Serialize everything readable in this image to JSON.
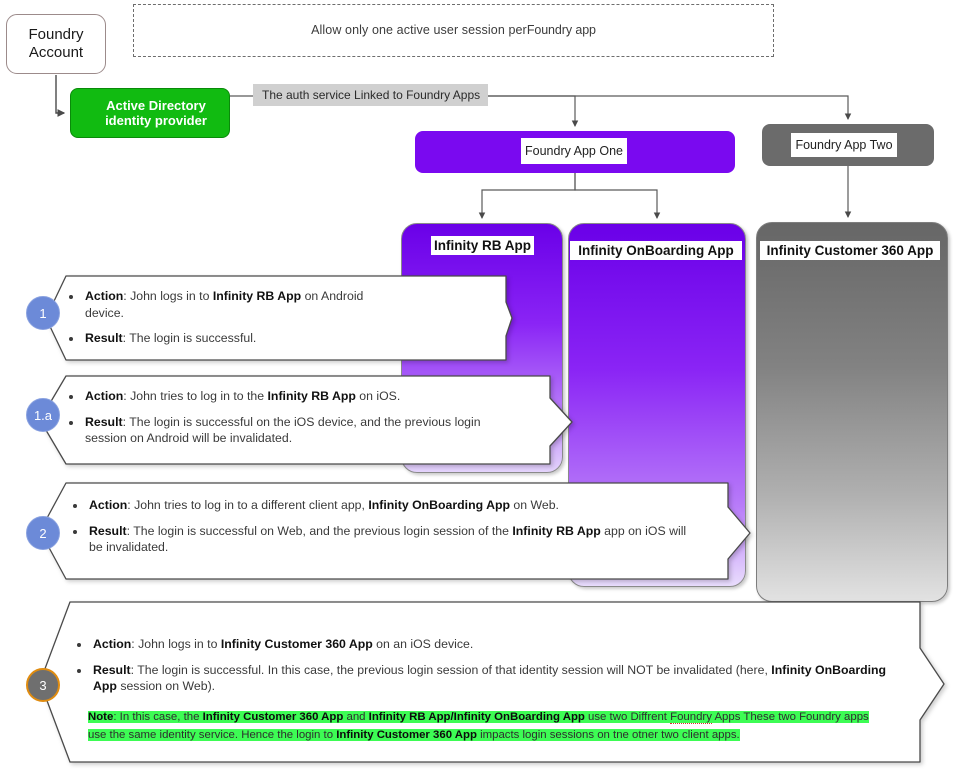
{
  "diagram": {
    "title_nodes": {
      "foundry_account": "Foundry\nAccount",
      "foundry_account_line1": "Foundry",
      "foundry_account_line2": "Account",
      "policy_note_a": "Allow only one active user session per",
      "policy_note_b": "Foundry app",
      "active_directory_line1": "Active Directory",
      "active_directory_line2": "identity provider",
      "auth_service_label": "The auth service Linked to Foundry Apps",
      "foundry_app_one": "Foundry App One",
      "foundry_app_two": "Foundry App Two",
      "client_app_rb": "Infinity RB App",
      "client_app_onboarding": "Infinity OnBoarding App",
      "client_app_c360": "Infinity Customer 360 App"
    },
    "colors": {
      "identity_provider_green": "#11bb11",
      "foundry_app_one_purple": "#7a09f0",
      "foundry_app_two_gray": "#6b6b6b",
      "client_app_purple_top": "#6a00e8",
      "client_app_gray_top": "#666666",
      "auth_label_gray": "#d0d0d0",
      "step_circle_blue": "#6c8ad8",
      "step_circle_gray": "#6f6f6f",
      "step_circle_orange_border": "#e08c10",
      "note_highlight_green": "#3dfc54",
      "foundry_account_border": "#9c8b8b"
    },
    "steps": [
      {
        "number": "1",
        "action_label": "Action",
        "action_sep": ": ",
        "action_pre": "John logs in to ",
        "action_bold": "Infinity RB App",
        "action_post": " on Android device.",
        "result_label": "Result",
        "result_sep": ": ",
        "result_text": "The login is successful."
      },
      {
        "number": "1.a",
        "action_label": "Action",
        "action_sep": ": ",
        "action_pre": "John tries to log in to the ",
        "action_bold": "Infinity RB App",
        "action_post": " on iOS.",
        "result_label": "Result",
        "result_sep": ": ",
        "result_text": "The login is successful on the iOS device, and the previous login session on Android will be invalidated."
      },
      {
        "number": "2",
        "action_label": "Action",
        "action_sep": ": ",
        "action_pre": "John tries to log in to a different client app, ",
        "action_bold": "Infinity OnBoarding App",
        "action_post": " on Web.",
        "result_label": "Result",
        "result_sep": ": ",
        "result_pre": "The login is successful on Web, and the previous login session of the ",
        "result_bold": "Infinity RB App",
        "result_post": " app on iOS will be invalidated."
      },
      {
        "number": "3",
        "action_label": "Action",
        "action_sep": ": ",
        "action_pre": "John logs in to ",
        "action_bold": "Infinity Customer 360 App",
        "action_post": " on an iOS device.",
        "result_label": "Result",
        "result_sep": ": ",
        "result_pre": "The login is successful. In this case, the previous login session of that identity session will NOT be invalidated (here, ",
        "result_bold": "Infinity OnBoarding App",
        "result_post": " session on Web)."
      }
    ],
    "note": {
      "label": "Note",
      "sep": ": ",
      "t1": "In this case, the ",
      "b1": "Infinity Customer 360 App",
      "t2": " and ",
      "b2": "Infinity RB App/Infinity OnBoarding App",
      "t3": " use two  Diffrent ",
      "t3b": "Foundry",
      "t3c": " Apps",
      "t4": " These two Foundry apps  use the same identity service. Hence the login to ",
      "b3": "Infinity Customer 360 App",
      "t5": " impacts login sessions on tne otner two client apps."
    }
  }
}
